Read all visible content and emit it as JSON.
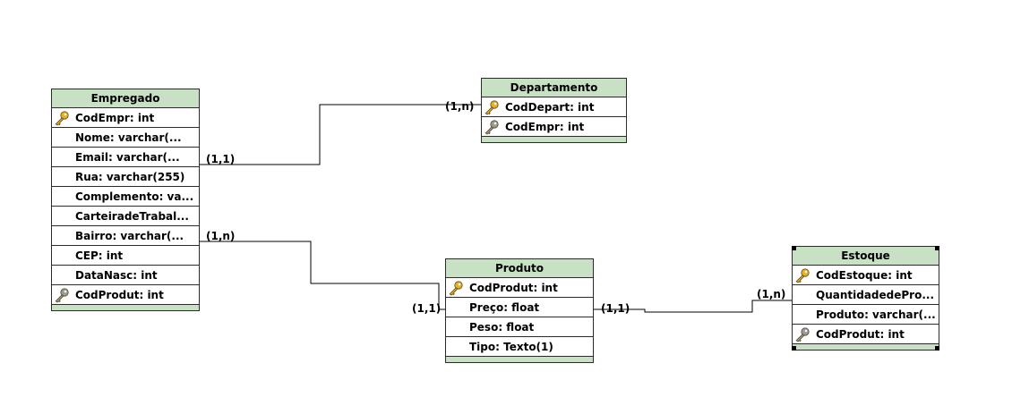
{
  "entities": {
    "empregado": {
      "title": "Empregado",
      "attrs": [
        {
          "label": "CodEmpr: int",
          "icon": "primary-key-icon"
        },
        {
          "label": "Nome: varchar(..."
        },
        {
          "label": "Email: varchar(..."
        },
        {
          "label": "Rua: varchar(255)"
        },
        {
          "label": "Complemento: va..."
        },
        {
          "label": "CarteiradeTrabal..."
        },
        {
          "label": "Bairro: varchar(..."
        },
        {
          "label": "CEP: int"
        },
        {
          "label": "DataNasc: int"
        },
        {
          "label": "CodProdut: int",
          "icon": "foreign-key-icon"
        }
      ]
    },
    "departamento": {
      "title": "Departamento",
      "attrs": [
        {
          "label": "CodDepart: int",
          "icon": "primary-key-icon"
        },
        {
          "label": "CodEmpr: int",
          "icon": "foreign-key-icon"
        }
      ]
    },
    "produto": {
      "title": "Produto",
      "attrs": [
        {
          "label": "CodProdut: int",
          "icon": "primary-key-icon"
        },
        {
          "label": "Preço: float"
        },
        {
          "label": "Peso: float"
        },
        {
          "label": "Tipo: Texto(1)"
        }
      ]
    },
    "estoque": {
      "title": "Estoque",
      "attrs": [
        {
          "label": "CodEstoque: int",
          "icon": "primary-key-icon"
        },
        {
          "label": "QuantidadedePro..."
        },
        {
          "label": "Produto: varchar(..."
        },
        {
          "label": "CodProdut: int",
          "icon": "foreign-key-icon"
        }
      ]
    }
  },
  "cardinalities": {
    "empregado_departamento_start": "(1,1)",
    "empregado_departamento_end": "(1,n)",
    "empregado_produto_start": "(1,n)",
    "empregado_produto_end": "(1,1)",
    "produto_estoque_start": "(1,1)",
    "produto_estoque_end": "(1,n)"
  },
  "colors": {
    "header": "#c8e0c4",
    "border": "#2b2b2b",
    "primary_key": "#e8b020",
    "foreign_key": "#9a9a9a"
  }
}
